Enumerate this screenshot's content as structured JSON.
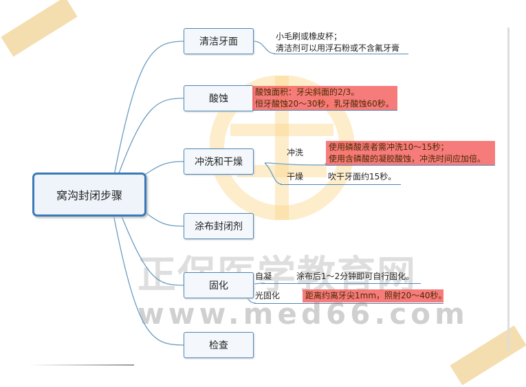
{
  "root": {
    "label": "窝沟封闭步骤"
  },
  "nodes": [
    {
      "label": "清洁牙面"
    },
    {
      "label": "酸蚀"
    },
    {
      "label": "冲洗和干燥"
    },
    {
      "label": "涂布封闭剂"
    },
    {
      "label": "固化"
    },
    {
      "label": "检查"
    }
  ],
  "notes": {
    "clean": [
      "小毛刷或橡皮杯；",
      "清洁剂可以用浮石粉或不含氟牙膏"
    ],
    "etch": [
      "酸蚀面积：牙尖斜面的2/3。",
      "恒牙酸蚀20～30秒，乳牙酸蚀60秒。"
    ],
    "rinse": {
      "label": "冲洗",
      "lines": [
        "使用磷酸液者需冲洗10～15秒；",
        "使用含磷酸的凝胶酸蚀，冲洗时间应加倍。"
      ]
    },
    "dry": {
      "label": "干燥",
      "text": "吹干牙面约15秒。"
    },
    "self_cure": {
      "label": "自凝",
      "text": "涂布后1～2分钟即可自行固化。"
    },
    "light_cure": {
      "label": "光固化",
      "text": "距离约离牙尖1mm，照射20～40秒。"
    }
  },
  "watermark": {
    "brand": "正保医学教育网",
    "url": "www.med66.com"
  },
  "colors": {
    "branch": "#6a9cc0",
    "highlight": "#f56464",
    "border": "#3a7ab8"
  }
}
